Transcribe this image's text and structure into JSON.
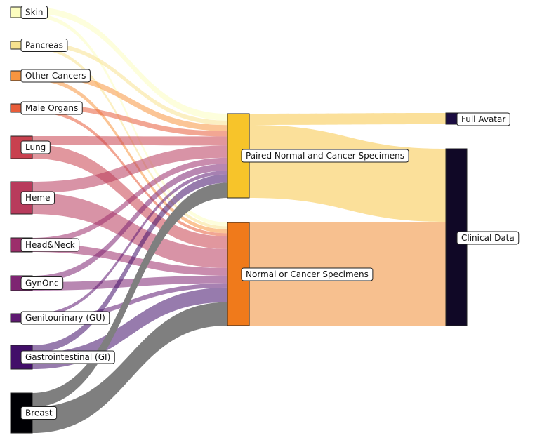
{
  "diagram": {
    "type": "sankey",
    "source_nodes": [
      {
        "id": "skin",
        "label": "Skin",
        "color": "#fcfdbf"
      },
      {
        "id": "pancreas",
        "label": "Pancreas",
        "color": "#f7e28f"
      },
      {
        "id": "other",
        "label": "Other Cancers",
        "color": "#f89540"
      },
      {
        "id": "male",
        "label": "Male Organs",
        "color": "#e85d3a"
      },
      {
        "id": "lung",
        "label": "Lung",
        "color": "#c8414f"
      },
      {
        "id": "heme",
        "label": "Heme",
        "color": "#b83b5c"
      },
      {
        "id": "headneck",
        "label": "Head&Neck",
        "color": "#9c2e6b"
      },
      {
        "id": "gynonc",
        "label": "GynOnc",
        "color": "#7e2572"
      },
      {
        "id": "gu",
        "label": "Genitourinary (GU)",
        "color": "#5f1a72"
      },
      {
        "id": "gi",
        "label": "Gastrointestinal (GI)",
        "color": "#420f69"
      },
      {
        "id": "breast",
        "label": "Breast",
        "color": "#000004"
      }
    ],
    "middle_nodes": [
      {
        "id": "paired",
        "label": "Paired Normal and Cancer Specimens",
        "color": "#f7c42a"
      },
      {
        "id": "normal",
        "label": "Normal or Cancer Specimens",
        "color": "#f07a1b"
      }
    ],
    "target_nodes": [
      {
        "id": "avatar",
        "label": "Full Avatar",
        "color": "#1b0c41"
      },
      {
        "id": "clinical",
        "label": "Clinical Data",
        "color": "#100826"
      }
    ],
    "link_colors": {
      "paired_to_targets": "#fbe09a",
      "normal_to_targets": "#f7c08f",
      "breast": "#7f7f7f"
    }
  }
}
